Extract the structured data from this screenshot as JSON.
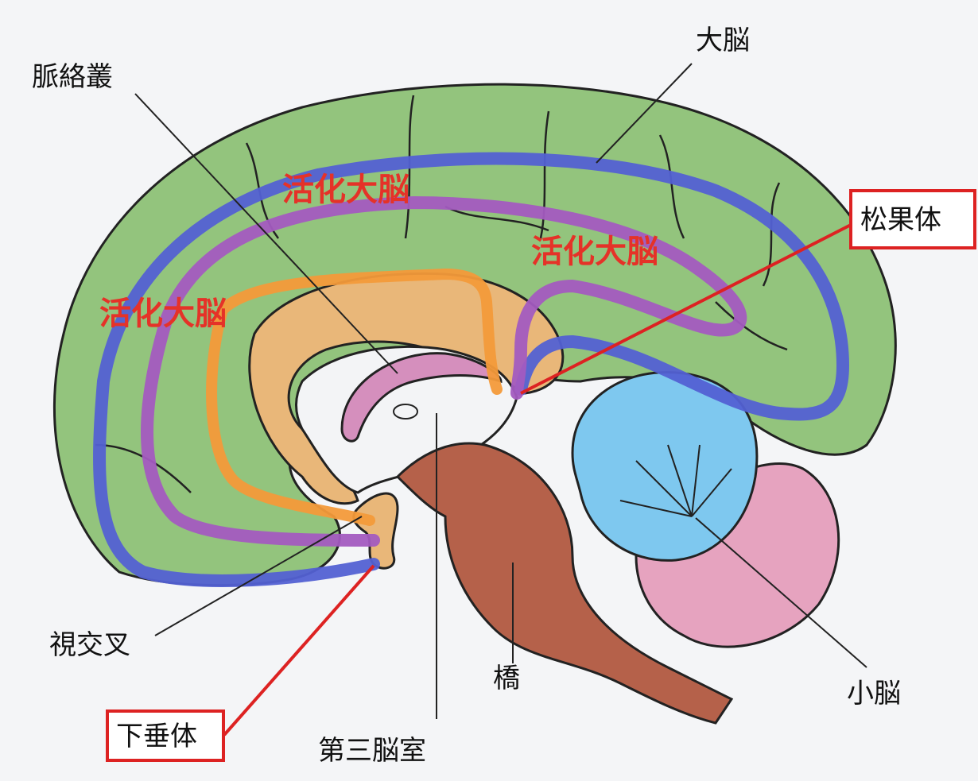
{
  "labels": {
    "cerebrum": "大脳",
    "choroid_plexus": "脈絡叢",
    "pineal_body": "松果体",
    "optic_chiasm": "視交叉",
    "pons": "橋",
    "cerebellum": "小脳",
    "pituitary": "下垂体",
    "third_ventricle": "第三脳室"
  },
  "pathway_labels": {
    "outer": "活化大脳",
    "middle": "活化大脳",
    "inner": "活化大脳"
  },
  "colors": {
    "cerebrum": "#93c47d",
    "inner_arc": "#e9b779",
    "brainstem": "#b5614a",
    "cerebellum": "#7ec8ef",
    "cerebellum_lower": "#e6a3bf",
    "choroid": "#d58fbd",
    "path_blue": "#5361d3",
    "path_purple": "#a35bc0",
    "path_orange": "#f39a3a",
    "highlight_red": "#dd2222",
    "annotation_red": "#e53228"
  }
}
